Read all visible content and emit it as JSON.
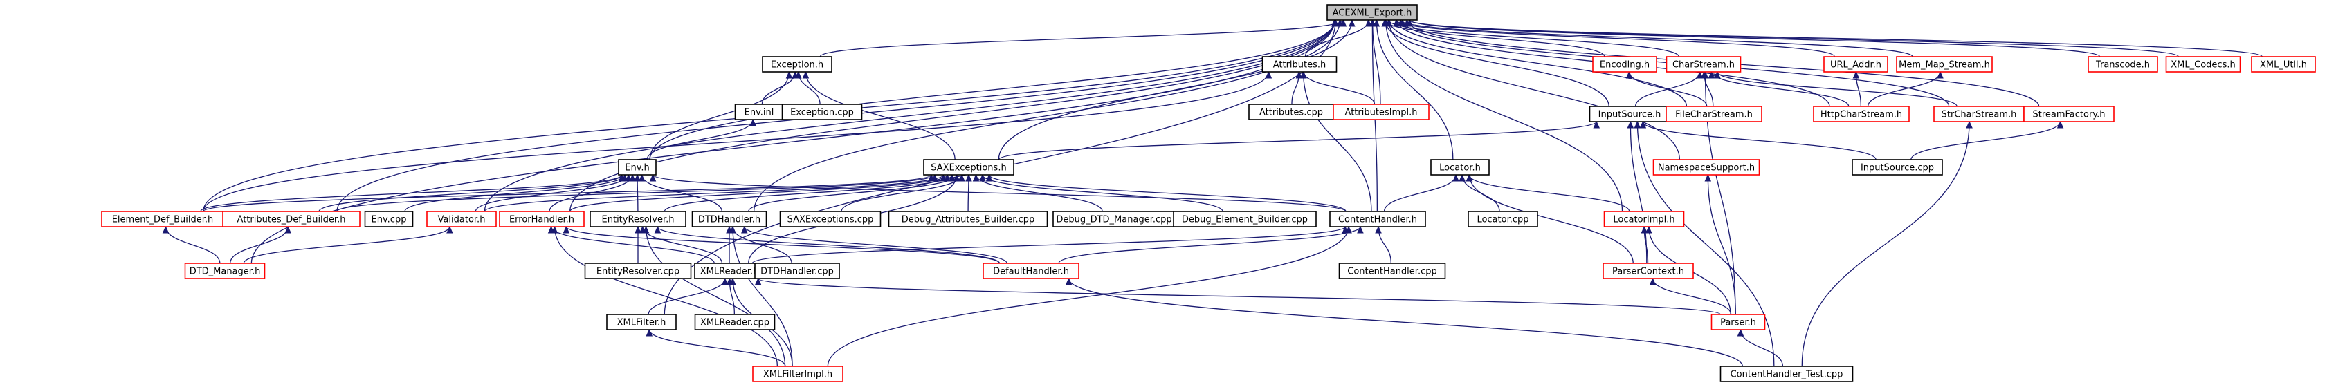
{
  "colors": {
    "edge": "#191970",
    "normal_border": "#000000",
    "highlight_border": "#ff0000",
    "root_fill": "#bfbfbf",
    "node_fill": "#ffffff"
  },
  "nodes": [
    {
      "id": "ACEXML_Export_h",
      "label": "ACEXML_Export.h",
      "style": "root"
    },
    {
      "id": "Exception_h",
      "label": "Exception.h",
      "style": "normal"
    },
    {
      "id": "Env_inl",
      "label": "Env.inl",
      "style": "normal"
    },
    {
      "id": "Exception_cpp",
      "label": "Exception.cpp",
      "style": "normal"
    },
    {
      "id": "Env_h",
      "label": "Env.h",
      "style": "normal"
    },
    {
      "id": "SAXExceptions_h",
      "label": "SAXExceptions.h",
      "style": "normal"
    },
    {
      "id": "Attributes_h",
      "label": "Attributes.h",
      "style": "normal"
    },
    {
      "id": "Attributes_cpp",
      "label": "Attributes.cpp",
      "style": "normal"
    },
    {
      "id": "AttributesImpl_h",
      "label": "AttributesImpl.h",
      "style": "red"
    },
    {
      "id": "Encoding_h",
      "label": "Encoding.h",
      "style": "red"
    },
    {
      "id": "CharStream_h",
      "label": "CharStream.h",
      "style": "red"
    },
    {
      "id": "URL_Addr_h",
      "label": "URL_Addr.h",
      "style": "red"
    },
    {
      "id": "Mem_Map_Stream_h",
      "label": "Mem_Map_Stream.h",
      "style": "red"
    },
    {
      "id": "Transcode_h",
      "label": "Transcode.h",
      "style": "red"
    },
    {
      "id": "XML_Codecs_h",
      "label": "XML_Codecs.h",
      "style": "red"
    },
    {
      "id": "XML_Util_h",
      "label": "XML_Util.h",
      "style": "red"
    },
    {
      "id": "InputSource_h",
      "label": "InputSource.h",
      "style": "normal"
    },
    {
      "id": "FileCharStream_h",
      "label": "FileCharStream.h",
      "style": "red"
    },
    {
      "id": "HttpCharStream_h",
      "label": "HttpCharStream.h",
      "style": "red"
    },
    {
      "id": "StrCharStream_h",
      "label": "StrCharStream.h",
      "style": "red"
    },
    {
      "id": "StreamFactory_h",
      "label": "StreamFactory.h",
      "style": "red"
    },
    {
      "id": "InputSource_cpp",
      "label": "InputSource.cpp",
      "style": "normal"
    },
    {
      "id": "Locator_h",
      "label": "Locator.h",
      "style": "normal"
    },
    {
      "id": "NamespaceSupport_h",
      "label": "NamespaceSupport.h",
      "style": "red"
    },
    {
      "id": "Element_Def_Builder_h",
      "label": "Element_Def_Builder.h",
      "style": "red"
    },
    {
      "id": "Attributes_Def_Builder_h",
      "label": "Attributes_Def_Builder.h",
      "style": "red"
    },
    {
      "id": "Env_cpp",
      "label": "Env.cpp",
      "style": "normal"
    },
    {
      "id": "Validator_h",
      "label": "Validator.h",
      "style": "red"
    },
    {
      "id": "ErrorHandler_h",
      "label": "ErrorHandler.h",
      "style": "red"
    },
    {
      "id": "EntityResolver_h",
      "label": "EntityResolver.h",
      "style": "normal"
    },
    {
      "id": "DTDHandler_h",
      "label": "DTDHandler.h",
      "style": "normal"
    },
    {
      "id": "SAXExceptions_cpp",
      "label": "SAXExceptions.cpp",
      "style": "normal"
    },
    {
      "id": "Debug_Attributes_Builder_cpp",
      "label": "Debug_Attributes_Builder.cpp",
      "style": "normal"
    },
    {
      "id": "Debug_DTD_Manager_cpp",
      "label": "Debug_DTD_Manager.cpp",
      "style": "normal"
    },
    {
      "id": "Debug_Element_Builder_cpp",
      "label": "Debug_Element_Builder.cpp",
      "style": "normal"
    },
    {
      "id": "ContentHandler_h",
      "label": "ContentHandler.h",
      "style": "normal"
    },
    {
      "id": "Locator_cpp",
      "label": "Locator.cpp",
      "style": "normal"
    },
    {
      "id": "LocatorImpl_h",
      "label": "LocatorImpl.h",
      "style": "red"
    },
    {
      "id": "DTD_Manager_h",
      "label": "DTD_Manager.h",
      "style": "red"
    },
    {
      "id": "EntityResolver_cpp",
      "label": "EntityResolver.cpp",
      "style": "normal"
    },
    {
      "id": "XMLReader_h",
      "label": "XMLReader.h",
      "style": "normal"
    },
    {
      "id": "DTDHandler_cpp",
      "label": "DTDHandler.cpp",
      "style": "normal"
    },
    {
      "id": "DefaultHandler_h",
      "label": "DefaultHandler.h",
      "style": "red"
    },
    {
      "id": "ContentHandler_cpp",
      "label": "ContentHandler.cpp",
      "style": "normal"
    },
    {
      "id": "ParserContext_h",
      "label": "ParserContext.h",
      "style": "red"
    },
    {
      "id": "XMLFilter_h",
      "label": "XMLFilter.h",
      "style": "normal"
    },
    {
      "id": "XMLReader_cpp",
      "label": "XMLReader.cpp",
      "style": "normal"
    },
    {
      "id": "Parser_h",
      "label": "Parser.h",
      "style": "red"
    },
    {
      "id": "XMLFilterImpl_h",
      "label": "XMLFilterImpl.h",
      "style": "red"
    },
    {
      "id": "ContentHandler_Test_cpp",
      "label": "ContentHandler_Test.cpp",
      "style": "normal"
    }
  ],
  "edges": [
    [
      "Exception_h",
      "ACEXML_Export_h"
    ],
    [
      "Attributes_h",
      "ACEXML_Export_h"
    ],
    [
      "AttributesImpl_h",
      "ACEXML_Export_h"
    ],
    [
      "Encoding_h",
      "ACEXML_Export_h"
    ],
    [
      "CharStream_h",
      "ACEXML_Export_h"
    ],
    [
      "URL_Addr_h",
      "ACEXML_Export_h"
    ],
    [
      "Mem_Map_Stream_h",
      "ACEXML_Export_h"
    ],
    [
      "Transcode_h",
      "ACEXML_Export_h"
    ],
    [
      "XML_Codecs_h",
      "ACEXML_Export_h"
    ],
    [
      "XML_Util_h",
      "ACEXML_Export_h"
    ],
    [
      "InputSource_h",
      "ACEXML_Export_h"
    ],
    [
      "FileCharStream_h",
      "ACEXML_Export_h"
    ],
    [
      "HttpCharStream_h",
      "ACEXML_Export_h"
    ],
    [
      "StrCharStream_h",
      "ACEXML_Export_h"
    ],
    [
      "StreamFactory_h",
      "ACEXML_Export_h"
    ],
    [
      "Locator_h",
      "ACEXML_Export_h"
    ],
    [
      "NamespaceSupport_h",
      "ACEXML_Export_h"
    ],
    [
      "Env_h",
      "ACEXML_Export_h"
    ],
    [
      "SAXExceptions_h",
      "ACEXML_Export_h"
    ],
    [
      "Element_Def_Builder_h",
      "ACEXML_Export_h"
    ],
    [
      "Attributes_Def_Builder_h",
      "ACEXML_Export_h"
    ],
    [
      "Validator_h",
      "ACEXML_Export_h"
    ],
    [
      "ErrorHandler_h",
      "ACEXML_Export_h"
    ],
    [
      "DTDHandler_h",
      "ACEXML_Export_h"
    ],
    [
      "ContentHandler_h",
      "ACEXML_Export_h"
    ],
    [
      "LocatorImpl_h",
      "ACEXML_Export_h"
    ],
    [
      "DTD_Manager_h",
      "ACEXML_Export_h"
    ],
    [
      "XMLFilter_h",
      "ACEXML_Export_h"
    ],
    [
      "Env_inl",
      "Exception_h"
    ],
    [
      "Exception_cpp",
      "Exception_h"
    ],
    [
      "Env_h",
      "Exception_h"
    ],
    [
      "SAXExceptions_h",
      "Exception_h"
    ],
    [
      "Env_h",
      "Env_inl"
    ],
    [
      "Attributes_cpp",
      "Attributes_h"
    ],
    [
      "AttributesImpl_h",
      "Attributes_h"
    ],
    [
      "ContentHandler_h",
      "Attributes_h"
    ],
    [
      "Element_Def_Builder_h",
      "Attributes_h"
    ],
    [
      "FileCharStream_h",
      "Encoding_h"
    ],
    [
      "InputSource_h",
      "CharStream_h"
    ],
    [
      "FileCharStream_h",
      "CharStream_h"
    ],
    [
      "HttpCharStream_h",
      "CharStream_h"
    ],
    [
      "StrCharStream_h",
      "CharStream_h"
    ],
    [
      "Parser_h",
      "CharStream_h"
    ],
    [
      "HttpCharStream_h",
      "URL_Addr_h"
    ],
    [
      "HttpCharStream_h",
      "Mem_Map_Stream_h"
    ],
    [
      "InputSource_cpp",
      "InputSource_h"
    ],
    [
      "SAXExceptions_h",
      "InputSource_h"
    ],
    [
      "ParserContext_h",
      "InputSource_h"
    ],
    [
      "ContentHandler_Test_cpp",
      "InputSource_h"
    ],
    [
      "InputSource_cpp",
      "StreamFactory_h"
    ],
    [
      "ContentHandler_Test_cpp",
      "StrCharStream_h"
    ],
    [
      "Locator_cpp",
      "Locator_h"
    ],
    [
      "ContentHandler_h",
      "Locator_h"
    ],
    [
      "LocatorImpl_h",
      "Locator_h"
    ],
    [
      "ParserContext_h",
      "Locator_h"
    ],
    [
      "Parser_h",
      "NamespaceSupport_h"
    ],
    [
      "Element_Def_Builder_h",
      "Env_h"
    ],
    [
      "Attributes_Def_Builder_h",
      "Env_h"
    ],
    [
      "Env_cpp",
      "Env_h"
    ],
    [
      "Validator_h",
      "Env_h"
    ],
    [
      "ErrorHandler_h",
      "Env_h"
    ],
    [
      "EntityResolver_h",
      "Env_h"
    ],
    [
      "DTDHandler_h",
      "Env_h"
    ],
    [
      "ContentHandler_h",
      "Env_h"
    ],
    [
      "Element_Def_Builder_h",
      "SAXExceptions_h"
    ],
    [
      "Attributes_Def_Builder_h",
      "SAXExceptions_h"
    ],
    [
      "Validator_h",
      "SAXExceptions_h"
    ],
    [
      "ErrorHandler_h",
      "SAXExceptions_h"
    ],
    [
      "EntityResolver_h",
      "SAXExceptions_h"
    ],
    [
      "DTDHandler_h",
      "SAXExceptions_h"
    ],
    [
      "SAXExceptions_cpp",
      "SAXExceptions_h"
    ],
    [
      "Debug_Attributes_Builder_cpp",
      "SAXExceptions_h"
    ],
    [
      "Debug_DTD_Manager_cpp",
      "SAXExceptions_h"
    ],
    [
      "Debug_Element_Builder_cpp",
      "SAXExceptions_h"
    ],
    [
      "ContentHandler_h",
      "SAXExceptions_h"
    ],
    [
      "XMLReader_h",
      "SAXExceptions_h"
    ],
    [
      "DTD_Manager_h",
      "Element_Def_Builder_h"
    ],
    [
      "DTD_Manager_h",
      "Attributes_Def_Builder_h"
    ],
    [
      "DTD_Manager_h",
      "Validator_h"
    ],
    [
      "XMLReader_h",
      "ErrorHandler_h"
    ],
    [
      "DefaultHandler_h",
      "ErrorHandler_h"
    ],
    [
      "XMLFilterImpl_h",
      "ErrorHandler_h"
    ],
    [
      "EntityResolver_cpp",
      "EntityResolver_h"
    ],
    [
      "XMLReader_h",
      "EntityResolver_h"
    ],
    [
      "DefaultHandler_h",
      "EntityResolver_h"
    ],
    [
      "XMLFilterImpl_h",
      "EntityResolver_h"
    ],
    [
      "XMLReader_h",
      "DTDHandler_h"
    ],
    [
      "DTDHandler_cpp",
      "DTDHandler_h"
    ],
    [
      "DefaultHandler_h",
      "DTDHandler_h"
    ],
    [
      "XMLFilterImpl_h",
      "DTDHandler_h"
    ],
    [
      "ContentHandler_cpp",
      "ContentHandler_h"
    ],
    [
      "DefaultHandler_h",
      "ContentHandler_h"
    ],
    [
      "XMLReader_h",
      "ContentHandler_h"
    ],
    [
      "XMLFilterImpl_h",
      "ContentHandler_h"
    ],
    [
      "ParserContext_h",
      "LocatorImpl_h"
    ],
    [
      "Parser_h",
      "LocatorImpl_h"
    ],
    [
      "XMLFilter_h",
      "XMLReader_h"
    ],
    [
      "XMLReader_cpp",
      "XMLReader_h"
    ],
    [
      "Parser_h",
      "XMLReader_h"
    ],
    [
      "XMLFilterImpl_h",
      "XMLReader_h"
    ],
    [
      "ContentHandler_Test_cpp",
      "DefaultHandler_h"
    ],
    [
      "Parser_h",
      "ParserContext_h"
    ],
    [
      "ContentHandler_Test_cpp",
      "Parser_h"
    ],
    [
      "XMLFilterImpl_h",
      "XMLFilter_h"
    ]
  ]
}
